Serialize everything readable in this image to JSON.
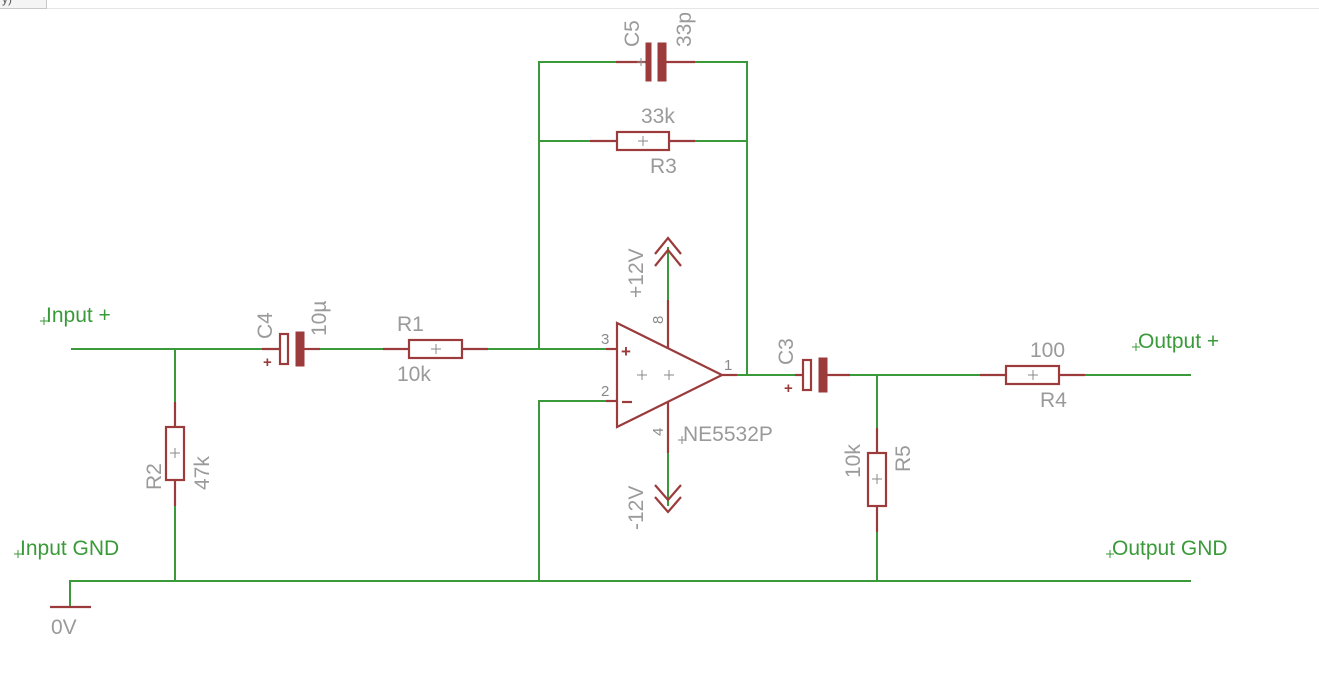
{
  "window": {
    "tab_text": "y)"
  },
  "schematic": {
    "c5": {
      "name": "C5",
      "value": "33p"
    },
    "r3": {
      "name": "R3",
      "value": "33k"
    },
    "c4": {
      "name": "C4",
      "value": "10µ"
    },
    "r1": {
      "name": "R1",
      "value": "10k"
    },
    "r2": {
      "name": "R2",
      "value": "47k"
    },
    "ic": {
      "name": "NE5532P",
      "pin_noninv": "3",
      "pin_inv": "2",
      "pin_out": "1",
      "pin_vplus": "8",
      "pin_vminus": "4"
    },
    "supply_pos": "+12V",
    "supply_neg": "-12V",
    "c3": {
      "name": "C3"
    },
    "r4": {
      "name": "R4",
      "value": "100"
    },
    "r5": {
      "name": "R5",
      "value": "10k"
    },
    "ground": "0V",
    "labels": {
      "input_plus": "Input +",
      "input_gnd": "Input GND",
      "output_plus": "Output +",
      "output_gnd": "Output GND"
    }
  }
}
